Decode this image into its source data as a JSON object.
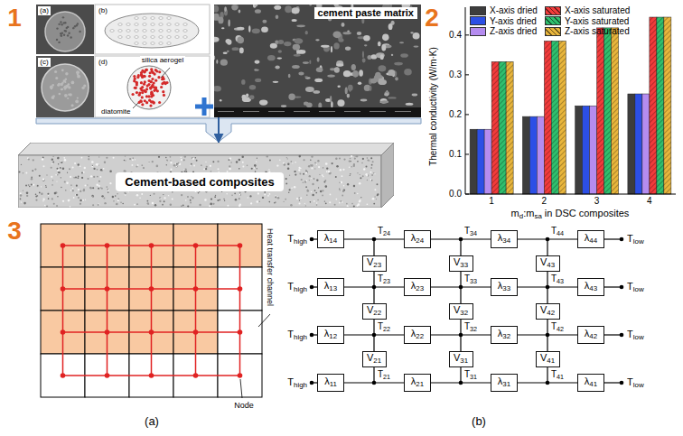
{
  "diagram": {
    "nodes": [
      {
        "text": [
          "cement paste matrix"
        ]
      },
      {
        "text": [
          "Cement-based composites"
        ]
      },
      {
        "text": [
          "λ14"
        ]
      },
      {
        "text": [
          "λ24"
        ]
      },
      {
        "text": [
          "λ34"
        ]
      },
      {
        "text": [
          "λ44"
        ]
      },
      {
        "text": [
          "V23"
        ]
      },
      {
        "text": [
          "V33"
        ]
      },
      {
        "text": [
          "V43"
        ]
      },
      {
        "text": [
          "λ13"
        ]
      },
      {
        "text": [
          "λ23"
        ]
      },
      {
        "text": [
          "λ33"
        ]
      },
      {
        "text": [
          "λ43"
        ]
      },
      {
        "text": [
          "V22"
        ]
      },
      {
        "text": [
          "V32"
        ]
      },
      {
        "text": [
          "V42"
        ]
      },
      {
        "text": [
          "λ12"
        ]
      },
      {
        "text": [
          "λ22"
        ]
      },
      {
        "text": [
          "λ32"
        ]
      },
      {
        "text": [
          "λ42"
        ]
      },
      {
        "text": [
          "V21"
        ]
      },
      {
        "text": [
          "V31"
        ]
      },
      {
        "text": [
          "V41"
        ]
      },
      {
        "text": [
          "λ11"
        ]
      },
      {
        "text": [
          "λ21"
        ]
      },
      {
        "text": [
          "λ31"
        ]
      },
      {
        "text": [
          "λ41"
        ]
      }
    ],
    "edges": [
      {
        "from": 0,
        "to": 1,
        "arrow": "to"
      },
      {
        "from": 2,
        "to": 3,
        "arrow": "none"
      },
      {
        "from": 3,
        "to": 4,
        "arrow": "none"
      },
      {
        "from": 4,
        "to": 5,
        "arrow": "none"
      },
      {
        "from": 9,
        "to": 10,
        "arrow": "none"
      },
      {
        "from": 10,
        "to": 11,
        "arrow": "none"
      },
      {
        "from": 11,
        "to": 12,
        "arrow": "none"
      },
      {
        "from": 16,
        "to": 17,
        "arrow": "none"
      },
      {
        "from": 17,
        "to": 18,
        "arrow": "none"
      },
      {
        "from": 18,
        "to": 19,
        "arrow": "none"
      },
      {
        "from": 23,
        "to": 24,
        "arrow": "none"
      },
      {
        "from": 24,
        "to": 25,
        "arrow": "none"
      },
      {
        "from": 25,
        "to": 26,
        "arrow": "none"
      }
    ],
    "labels": [
      "1",
      "(a)",
      "(b)",
      "(c)",
      "(d)",
      "silica aerogel",
      "diatomite",
      "2",
      "0.4",
      "0.3",
      "0.2",
      "0.1",
      "0.0",
      "Thermal conductivity (W/m·K)",
      "1",
      "2",
      "3",
      "4",
      "md:msa in DSC composites",
      "3",
      "Heat transfer channel",
      "Node",
      "Thigh",
      "T24",
      "T34",
      "T44",
      "Tlow",
      "Thigh",
      "T23",
      "T33",
      "T43",
      "Tlow",
      "Thigh",
      "T22",
      "T32",
      "T42",
      "Tlow",
      "Thigh",
      "T21",
      "T31",
      "T41",
      "Tlow",
      "(a)",
      "(b)"
    ],
    "legend": [
      {
        "text": "X-axis dried",
        "color": "#3d3d3d"
      },
      {
        "text": "X-axis saturated",
        "color": "#f23b3b"
      },
      {
        "text": "Y-axis dried",
        "color": "#2c4fe6"
      },
      {
        "text": "Y-axis saturated",
        "color": "#2fbf6e"
      },
      {
        "text": "Z-axis dried",
        "color": "#b58cf0"
      },
      {
        "text": "Z-axis saturated",
        "color": "#e8b53c"
      }
    ]
  }
}
